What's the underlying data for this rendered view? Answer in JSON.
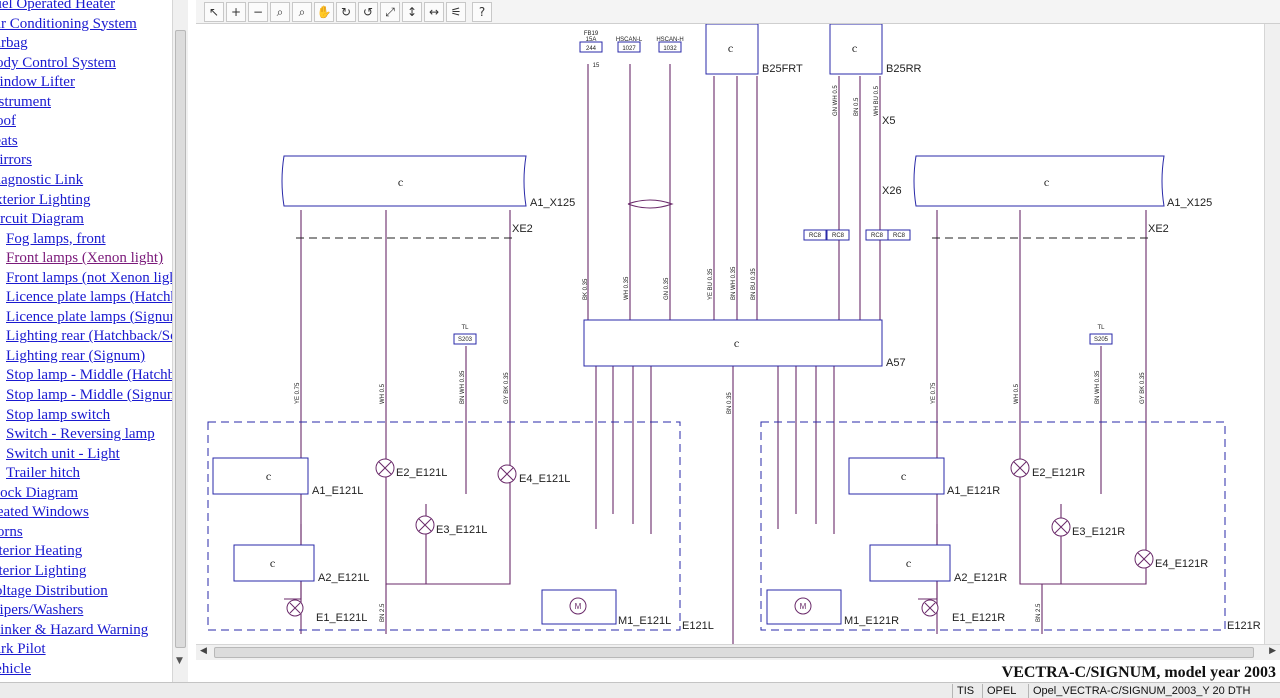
{
  "nav": {
    "items": [
      {
        "label": "Fuel Operated Heater",
        "active": false,
        "indent": false
      },
      {
        "label": "Air Conditioning System",
        "active": false,
        "indent": false
      },
      {
        "label": "Airbag",
        "active": false,
        "indent": false
      },
      {
        "label": "Body Control System",
        "active": false,
        "indent": false
      },
      {
        "label": "Window Lifter",
        "active": false,
        "indent": false
      },
      {
        "label": "Instrument",
        "active": false,
        "indent": false
      },
      {
        "label": "Roof",
        "active": false,
        "indent": false
      },
      {
        "label": "Seats",
        "active": false,
        "indent": false
      },
      {
        "label": "Mirrors",
        "active": false,
        "indent": false
      },
      {
        "label": "Diagnostic Link",
        "active": false,
        "indent": false
      },
      {
        "label": "Exterior Lighting",
        "active": false,
        "indent": false
      },
      {
        "label": "Circuit Diagram",
        "active": false,
        "indent": false
      },
      {
        "label": "Fog lamps, front",
        "active": false,
        "indent": true
      },
      {
        "label": "Front lamps (Xenon light)",
        "active": true,
        "indent": true
      },
      {
        "label": "Front lamps (not Xenon light)",
        "active": false,
        "indent": true
      },
      {
        "label": "Licence plate lamps (Hatchback)",
        "active": false,
        "indent": true
      },
      {
        "label": "Licence plate lamps (Signum)",
        "active": false,
        "indent": true
      },
      {
        "label": "Lighting rear (Hatchback/Sedan)",
        "active": false,
        "indent": true
      },
      {
        "label": "Lighting rear (Signum)",
        "active": false,
        "indent": true
      },
      {
        "label": "Stop lamp - Middle (Hatchback)",
        "active": false,
        "indent": true
      },
      {
        "label": "Stop lamp - Middle (Signum)",
        "active": false,
        "indent": true
      },
      {
        "label": "Stop lamp switch",
        "active": false,
        "indent": true
      },
      {
        "label": "Switch - Reversing lamp",
        "active": false,
        "indent": true
      },
      {
        "label": "Switch unit - Light",
        "active": false,
        "indent": true
      },
      {
        "label": "Trailer hitch",
        "active": false,
        "indent": true
      },
      {
        "label": "Block Diagram",
        "active": false,
        "indent": false
      },
      {
        "label": "Heated Windows",
        "active": false,
        "indent": false
      },
      {
        "label": "Horns",
        "active": false,
        "indent": false
      },
      {
        "label": "Interior Heating",
        "active": false,
        "indent": false
      },
      {
        "label": "Interior Lighting",
        "active": false,
        "indent": false
      },
      {
        "label": "Voltage Distribution",
        "active": false,
        "indent": false
      },
      {
        "label": "Wipers/Washers",
        "active": false,
        "indent": false
      },
      {
        "label": "Blinker & Hazard Warning",
        "active": false,
        "indent": false
      },
      {
        "label": "Park Pilot",
        "active": false,
        "indent": false
      },
      {
        "label": "Vehicle",
        "active": false,
        "indent": false
      }
    ]
  },
  "toolbar": {
    "buttons": [
      {
        "name": "select-tool-button",
        "icon": "arrow-pointer-icon",
        "glyph": "↖"
      },
      {
        "name": "zoom-in-button",
        "icon": "zoom-in-icon",
        "glyph": "+"
      },
      {
        "name": "zoom-out-button",
        "icon": "zoom-out-icon",
        "glyph": "−"
      },
      {
        "name": "zoom-area-button",
        "icon": "magnifier-icon",
        "glyph": "⌕"
      },
      {
        "name": "zoom-previous-button",
        "icon": "magnifier-back-icon",
        "glyph": "⌕"
      },
      {
        "name": "pan-tool-button",
        "icon": "hand-icon",
        "glyph": "✋"
      },
      {
        "name": "rotate-right-button",
        "icon": "rotate-right-icon",
        "glyph": "↻"
      },
      {
        "name": "rotate-left-button",
        "icon": "rotate-left-icon",
        "glyph": "↺"
      },
      {
        "name": "fit-page-button",
        "icon": "fit-page-icon",
        "glyph": "⤢"
      },
      {
        "name": "fit-height-button",
        "icon": "fit-height-icon",
        "glyph": "↕"
      },
      {
        "name": "fit-width-button",
        "icon": "fit-width-icon",
        "glyph": "↔"
      },
      {
        "name": "wire-trace-button",
        "icon": "trace-icon",
        "glyph": "⚟"
      },
      {
        "name": "help-button",
        "icon": "help-icon",
        "glyph": "?"
      }
    ]
  },
  "diagram": {
    "top_labels": {
      "fuse_name": "FB19",
      "fuse_amp": "15A",
      "hscan_l": "HSCAN-L",
      "hscan_h": "HSCAN-H",
      "box_244": "244",
      "box_1027": "1027",
      "box_1032": "1032",
      "pin_15_top": "15"
    },
    "components": {
      "b25frt": "B25FRT",
      "b25rr": "B25RR",
      "x5": "X5",
      "x26": "X26",
      "a1_x125_left": "A1_X125",
      "a1_x125_right": "A1_X125",
      "xe2_left": "XE2",
      "xe2_right": "XE2",
      "a57": "A57",
      "a1_e121l": "A1_E121L",
      "a2_e121l": "A2_E121L",
      "e1_e121l": "E1_E121L",
      "e2_e121l": "E2_E121L",
      "e3_e121l": "E3_E121L",
      "e4_e121l": "E4_E121L",
      "m1_e121l": "M1_E121L",
      "e121l": "E121L",
      "a1_e121r": "A1_E121R",
      "a2_e121r": "A2_E121R",
      "e1_e121r": "E1_E121R",
      "e2_e121r": "E2_E121R",
      "e3_e121r": "E3_E121R",
      "e4_e121r": "E4_E121R",
      "m1_e121r": "M1_E121R",
      "e121r": "E121R",
      "s203": "S203",
      "s205": "S205",
      "tl": "TL"
    },
    "wire_colors": {
      "bk035": "BK 0.35",
      "wh035": "WH 0.35",
      "gn035": "GN 0.35",
      "yebu035": "YE BU 0.35",
      "bnwh035": "BN WH 0.35",
      "bnbu035": "BN BU 0.35",
      "ye075": "YE 0.75",
      "wh05": "WH 0.5",
      "bnwh035b": "BN WH 0.35",
      "gybk035": "GY BK 0.35",
      "gnwh05": "GN WH 0.5",
      "bn05": "BN 0.5",
      "whbu05": "WH BU 0.5",
      "bn25": "BN 2.5",
      "bn035": "BN 0.35"
    },
    "rc_labels": [
      "RC8",
      "RC8",
      "RC8",
      "RC8"
    ]
  },
  "footer": {
    "title": "VECTRA-C/SIGNUM, model year 2003"
  },
  "status": {
    "cell1": "TIS",
    "cell2": "OPEL",
    "cell3": "Opel_VECTRA-C/SIGNUM_2003_Y 20 DTH"
  },
  "colors": {
    "link": "#1a1ad0",
    "link_active": "#7a1a7a",
    "wire": "#6a2a6a",
    "frame": "#2a2aa8"
  }
}
